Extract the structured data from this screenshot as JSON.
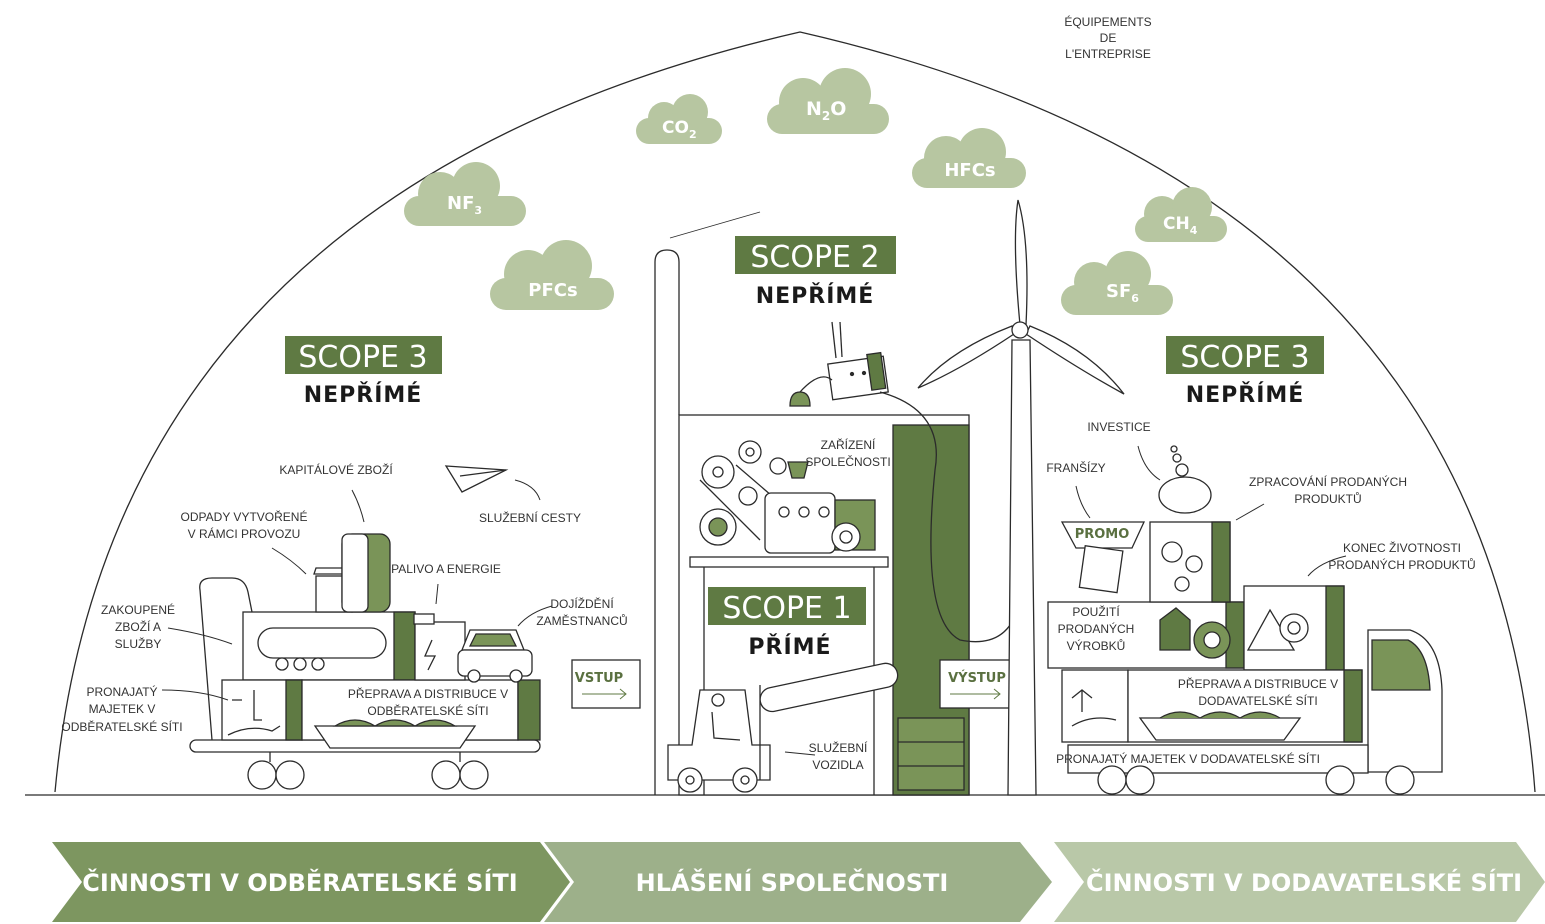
{
  "colors": {
    "green_dark": "#5f7a43",
    "green_mid": "#7a9458",
    "green_cloud": "#b7c6a1",
    "banner_1": "#7d9660",
    "banner_2": "#9db08a",
    "banner_3": "#b9c8a8",
    "line": "#2b2b2b"
  },
  "top_label": [
    "ÉQUIPEMENTS",
    "DE",
    "L'ENTREPRISE"
  ],
  "gases": {
    "co2": {
      "base": "CO",
      "sub": "2"
    },
    "n2o": {
      "base": "N",
      "sub": "2",
      "tail": "O"
    },
    "hfcs": {
      "base": "HFCs"
    },
    "nf3": {
      "base": "NF",
      "sub": "3"
    },
    "pfcs": {
      "base": "PFCs"
    },
    "ch4": {
      "base": "CH",
      "sub": "4"
    },
    "sf6": {
      "base": "SF",
      "sub": "6"
    }
  },
  "scopes": {
    "scope3_left": {
      "title": "SCOPE 3",
      "subtitle": "NEPŘÍMÉ"
    },
    "scope2": {
      "title": "SCOPE 2",
      "subtitle": "NEPŘÍMÉ"
    },
    "scope1": {
      "title": "SCOPE 1",
      "subtitle": "PŘÍMÉ"
    },
    "scope3_right": {
      "title": "SCOPE 3",
      "subtitle": "NEPŘÍMÉ"
    }
  },
  "labels": {
    "kapitalove": "KAPITÁLOVÉ ZBOŽÍ",
    "odpady": [
      "ODPADY VYTVOŘENÉ",
      "V RÁMCI PROVOZU"
    ],
    "sluzebni_cesty": "SLUŽEBNÍ CESTY",
    "palivo": "PALIVO A ENERGIE",
    "dojizdeni": [
      "DOJÍŽDĚNÍ",
      "ZAMĚSTNANCŮ"
    ],
    "zakoupene": [
      "ZAKOUPENÉ",
      "ZBOŽÍ A",
      "SLUŽBY"
    ],
    "pronajaty_left": [
      "PRONAJATÝ",
      "MAJETEK V",
      "ODBĚRATELSKÉ SÍTI"
    ],
    "preprava_left": [
      "PŘEPRAVA A DISTRIBUCE V",
      "ODBĚRATELSKÉ SÍTI"
    ],
    "zarizeni": [
      "ZAŘÍZENÍ",
      "SPOLEČNOSTI"
    ],
    "sluzebni_vozidla": [
      "SLUŽEBNÍ",
      "VOZIDLA"
    ],
    "vstup": "VSTUP",
    "vystup": "VÝSTUP",
    "investice": "INVESTICE",
    "fransizy": "FRANŠÍZY",
    "promo": "PROMO",
    "zpracovani": [
      "ZPRACOVÁNÍ PRODANÝCH",
      "PRODUKTŮ"
    ],
    "konec": [
      "KONEC ŽIVOTNOSTI",
      "PRODANÝCH PRODUKTŮ"
    ],
    "pouziti": [
      "POUŽITÍ",
      "PRODANÝCH",
      "VÝROBKŮ"
    ],
    "preprava_right": [
      "PŘEPRAVA A DISTRIBUCE V",
      "DODAVATELSKÉ SÍTI"
    ],
    "pronajaty_right": "PRONAJATÝ MAJETEK V DODAVATELSKÉ SÍTI"
  },
  "banners": [
    {
      "label": "ČINNOSTI V ODBĚRATELSKÉ SÍTI"
    },
    {
      "label": "HLÁŠENÍ SPOLEČNOSTI"
    },
    {
      "label": "ČINNOSTI V DODAVATELSKÉ SÍTI"
    }
  ]
}
